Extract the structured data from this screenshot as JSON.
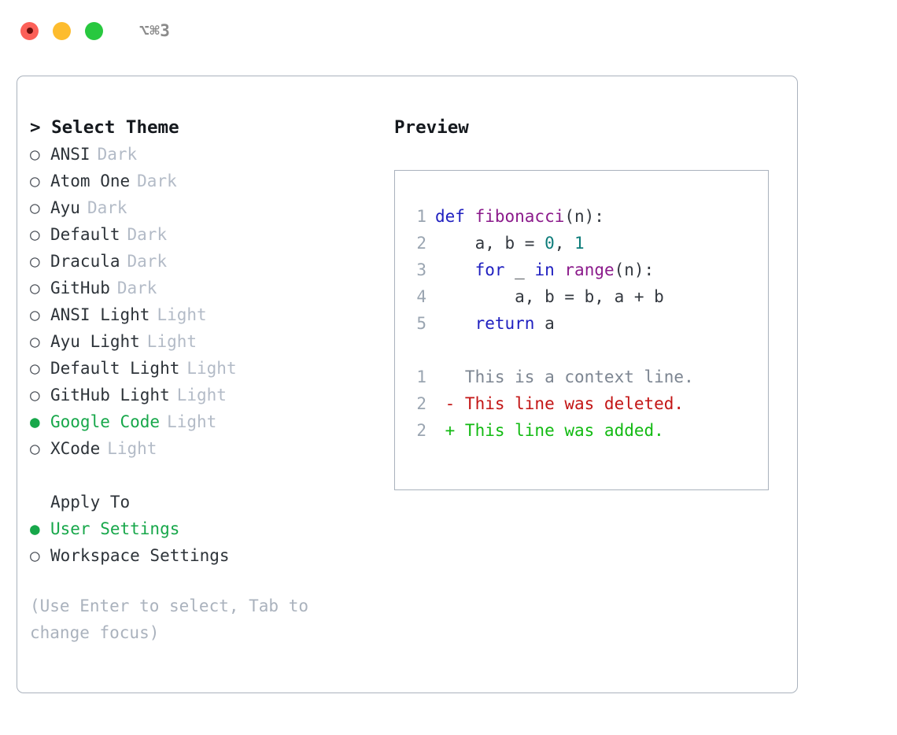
{
  "titlebar": {
    "shortcut": "⌥⌘3",
    "buttons": [
      {
        "name": "close",
        "color": "#fc6058"
      },
      {
        "name": "minimize",
        "color": "#fdbc2e"
      },
      {
        "name": "maximize",
        "color": "#28c83f"
      }
    ]
  },
  "theme_picker": {
    "header": "> Select Theme",
    "bullet_unselected": "○",
    "bullet_selected": "●",
    "items": [
      {
        "bullet": "○",
        "name": "ANSI",
        "badge": "Dark",
        "selected": false
      },
      {
        "bullet": "○",
        "name": "Atom One",
        "badge": "Dark",
        "selected": false
      },
      {
        "bullet": "○",
        "name": "Ayu",
        "badge": "Dark",
        "selected": false
      },
      {
        "bullet": "○",
        "name": "Default",
        "badge": "Dark",
        "selected": false
      },
      {
        "bullet": "○",
        "name": "Dracula",
        "badge": "Dark",
        "selected": false
      },
      {
        "bullet": "○",
        "name": "GitHub",
        "badge": "Dark",
        "selected": false
      },
      {
        "bullet": "○",
        "name": "ANSI Light",
        "badge": "Light",
        "selected": false
      },
      {
        "bullet": "○",
        "name": "Ayu Light",
        "badge": "Light",
        "selected": false
      },
      {
        "bullet": "○",
        "name": "Default Light",
        "badge": "Light",
        "selected": false
      },
      {
        "bullet": "○",
        "name": "GitHub Light",
        "badge": "Light",
        "selected": false
      },
      {
        "bullet": "●",
        "name": "Google Code",
        "badge": "Light",
        "selected": true
      },
      {
        "bullet": "○",
        "name": "XCode",
        "badge": "Light",
        "selected": false
      }
    ]
  },
  "apply_to": {
    "header": "Apply To",
    "items": [
      {
        "bullet": "●",
        "name": "User Settings",
        "selected": true
      },
      {
        "bullet": "○",
        "name": "Workspace Settings",
        "selected": false
      }
    ]
  },
  "hint": "(Use Enter to select, Tab to change focus)",
  "preview": {
    "title": "Preview",
    "code_lines": [
      {
        "no": "1",
        "tokens": [
          {
            "t": "def ",
            "c": "kw"
          },
          {
            "t": "fibonacci",
            "c": "fn"
          },
          {
            "t": "(n):",
            "c": "plain"
          }
        ]
      },
      {
        "no": "2",
        "tokens": [
          {
            "t": "    a, b = ",
            "c": "plain"
          },
          {
            "t": "0",
            "c": "num"
          },
          {
            "t": ", ",
            "c": "plain"
          },
          {
            "t": "1",
            "c": "num"
          }
        ]
      },
      {
        "no": "3",
        "tokens": [
          {
            "t": "    ",
            "c": "plain"
          },
          {
            "t": "for",
            "c": "kw"
          },
          {
            "t": " _ ",
            "c": "plain"
          },
          {
            "t": "in",
            "c": "kw"
          },
          {
            "t": " ",
            "c": "plain"
          },
          {
            "t": "range",
            "c": "fn"
          },
          {
            "t": "(n):",
            "c": "plain"
          }
        ]
      },
      {
        "no": "4",
        "tokens": [
          {
            "t": "        a, b = b, a + b",
            "c": "plain"
          }
        ]
      },
      {
        "no": "5",
        "tokens": [
          {
            "t": "    ",
            "c": "plain"
          },
          {
            "t": "return",
            "c": "kw"
          },
          {
            "t": " a",
            "c": "plain"
          }
        ]
      }
    ],
    "diff_lines": [
      {
        "no": "1",
        "marker": "  ",
        "text": "This is a context line.",
        "kind": "ctx"
      },
      {
        "no": "2",
        "marker": "- ",
        "text": "This line was deleted.",
        "kind": "del"
      },
      {
        "no": "2",
        "marker": "+ ",
        "text": "This line was added.",
        "kind": "add"
      }
    ]
  },
  "colors": {
    "accent_green": "#17a74a",
    "border": "#aab2bd",
    "muted": "#b3bbc7",
    "keyword": "#2020c0",
    "function": "#8b1a8b",
    "number": "#0d7c7a",
    "diff_delete": "#c31515",
    "diff_add": "#12ba12"
  }
}
